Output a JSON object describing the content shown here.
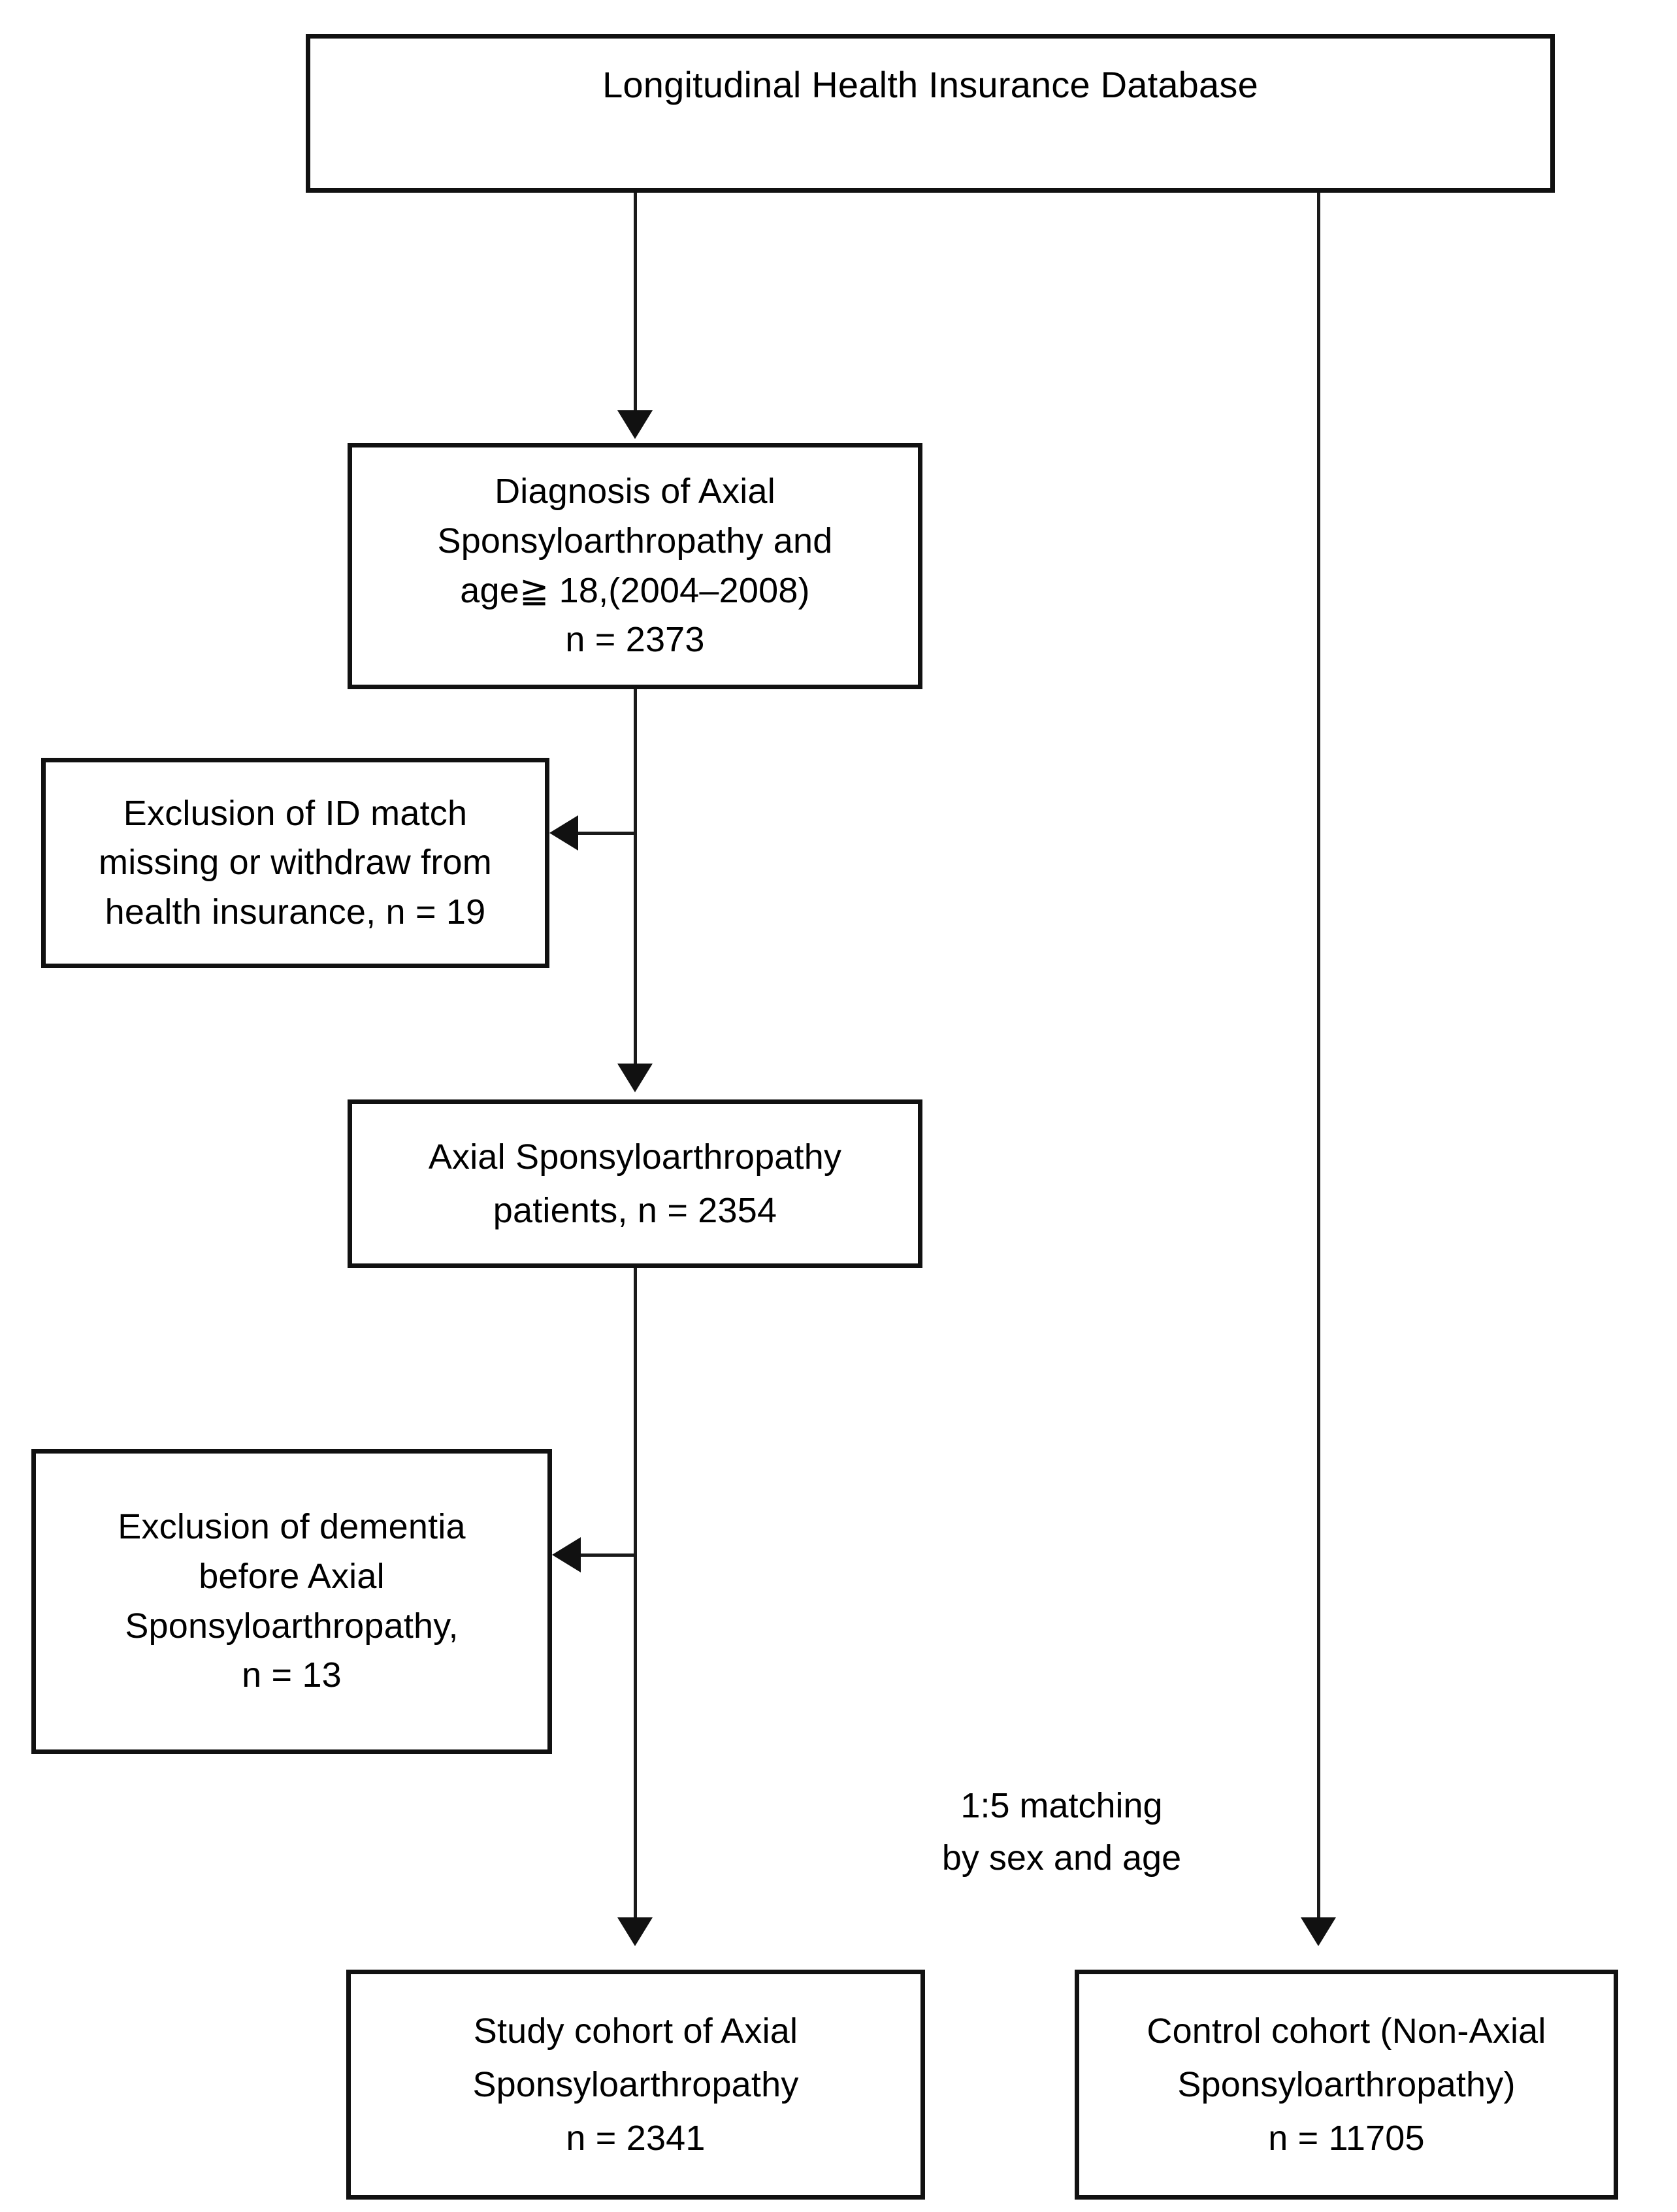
{
  "diagram": {
    "type": "flowchart",
    "title": "Study cohort selection flow",
    "nodes": {
      "database": {
        "lines": [
          "Longitudinal Health Insurance Database"
        ]
      },
      "diagnosis": {
        "lines": [
          "Diagnosis of Axial",
          "Sponsyloarthropathy and",
          "age≧ 18,(2004–2008)",
          "n = 2373"
        ]
      },
      "exclusion_id": {
        "lines": [
          "Exclusion of ID match",
          "missing or withdraw from",
          "health insurance, n = 19"
        ]
      },
      "axial_patients": {
        "lines": [
          "Axial Sponsyloarthropathy",
          "patients, n = 2354"
        ]
      },
      "exclusion_dementia": {
        "lines": [
          "Exclusion of dementia",
          "before Axial",
          "Sponsyloarthropathy,",
          "n = 13"
        ]
      },
      "study_cohort": {
        "lines": [
          "Study cohort of Axial",
          "Sponsyloarthropathy",
          "n = 2341"
        ]
      },
      "control_cohort": {
        "lines": [
          "Control cohort (Non-Axial",
          "Sponsyloarthropathy)",
          "n = 11705"
        ]
      }
    },
    "annotations": {
      "matching": {
        "lines": [
          "1:5 matching",
          "by sex and age"
        ]
      }
    },
    "colors": {
      "stroke": "#111111",
      "background": "#ffffff",
      "text": "#000000"
    }
  }
}
